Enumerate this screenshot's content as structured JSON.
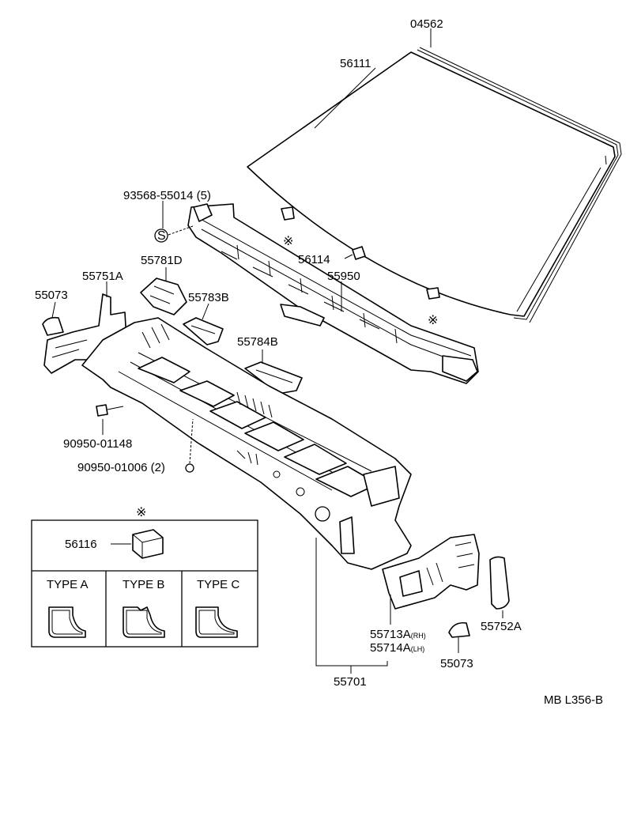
{
  "figure_code": "MB L356-B",
  "parts": {
    "p04562": "04562",
    "p56111": "56111",
    "p93568": "93568-55014 (5)",
    "p56114": "56114",
    "p55950": "55950",
    "p55781d": "55781D",
    "p55751a": "55751A",
    "p55073_left": "55073",
    "p55783b": "55783B",
    "p55784b": "55784B",
    "p90950_01148": "90950-01148",
    "p90950_01006": "90950-01006 (2)",
    "p56116": "56116",
    "p55713a": "55713A",
    "p55713a_suffix": "(RH)",
    "p55714a": "55714A",
    "p55714a_suffix": "(LH)",
    "p55752a": "55752A",
    "p55073_right": "55073",
    "p55701": "55701"
  },
  "symbols": {
    "asterisk": "※",
    "s_circle": "S"
  },
  "inset": {
    "asterisk": "※",
    "types": [
      "TYPE A",
      "TYPE B",
      "TYPE C"
    ]
  }
}
